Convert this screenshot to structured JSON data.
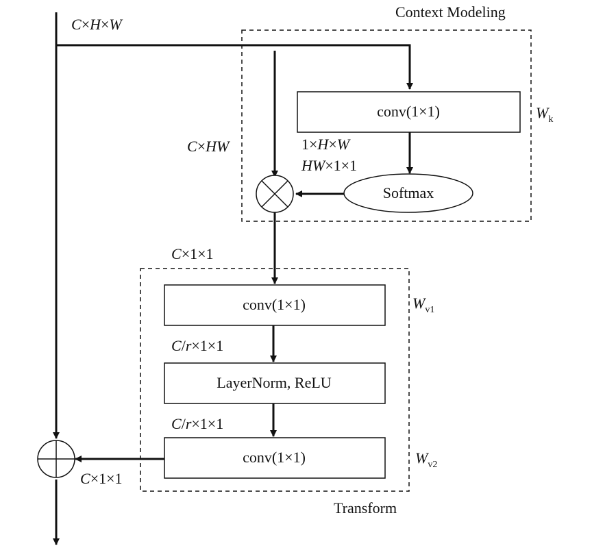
{
  "module_groups": {
    "context_modeling": "Context Modeling",
    "transform": "Transform"
  },
  "blocks": {
    "conv_k": "conv(1×1)",
    "softmax": "Softmax",
    "conv_v1": "conv(1×1)",
    "layernorm_relu": "LayerNorm, ReLU",
    "conv_v2": "conv(1×1)"
  },
  "weights": {
    "wk": {
      "base": "W",
      "sub": "k"
    },
    "wv1": {
      "base": "W",
      "sub": "v1"
    },
    "wv2": {
      "base": "W",
      "sub": "v2"
    }
  },
  "dims": {
    "input": {
      "a": "C",
      "x1": "×",
      "b": "H",
      "x2": "×",
      "c": "W"
    },
    "reshaped": {
      "a": "C",
      "x": "×",
      "b": "HW"
    },
    "attn_map": {
      "a": "1×",
      "b": "H",
      "x": "×",
      "c": "W"
    },
    "attn_reshaped": {
      "a": "HW",
      "b": "×1×1"
    },
    "context": {
      "a": "C",
      "b": "×1×1"
    },
    "bottleneck_1": {
      "a": "C",
      "s": "/",
      "r": "r",
      "b": "×1×1"
    },
    "bottleneck_2": {
      "a": "C",
      "s": "/",
      "r": "r",
      "b": "×1×1"
    },
    "transform_out": {
      "a": "C",
      "b": "×1×1"
    }
  },
  "colors": {
    "stroke": "#111111",
    "background": "#ffffff"
  }
}
